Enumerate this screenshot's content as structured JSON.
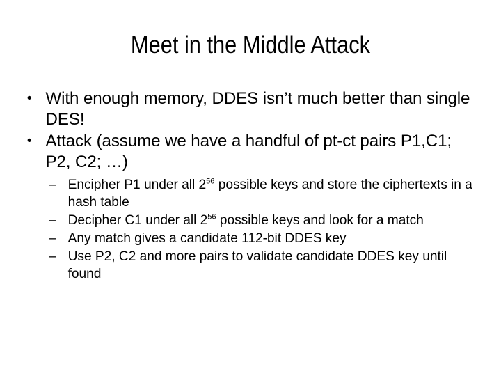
{
  "slide": {
    "title": "Meet in the Middle Attack",
    "background_color": "#ffffff",
    "text_color": "#000000",
    "bullet_marker": "•",
    "dash_marker": "–",
    "bullets": [
      {
        "level": 1,
        "text": "With enough memory, DDES isn’t much better than single DES!"
      },
      {
        "level": 1,
        "text": "Attack (assume we have a handful of pt-ct pairs P1,C1; P2, C2; …)"
      }
    ],
    "sub_bullets": [
      {
        "level": 2,
        "text_before": "Encipher P1 under all 2",
        "superscript": "56",
        "text_after": " possible keys and store the ciphertexts in a hash table",
        "full_text": "Encipher P1 under all 2^56 possible keys and store the ciphertexts in a hash table"
      },
      {
        "level": 2,
        "text_before": "Decipher C1 under all 2",
        "superscript": "56",
        "text_after": " possible keys and look for a match",
        "full_text": "Decipher C1 under all 2^56 possible keys and look for a match"
      },
      {
        "level": 2,
        "text_before": "Any match gives a candidate 112-bit DDES key",
        "superscript": "",
        "text_after": "",
        "full_text": "Any match gives a candidate 112-bit DDES key"
      },
      {
        "level": 2,
        "text_before": "Use P2, C2 and more pairs to validate candidate DDES key until found",
        "superscript": "",
        "text_after": "",
        "full_text": "Use P2, C2 and more pairs to validate candidate DDES key until found"
      }
    ]
  }
}
